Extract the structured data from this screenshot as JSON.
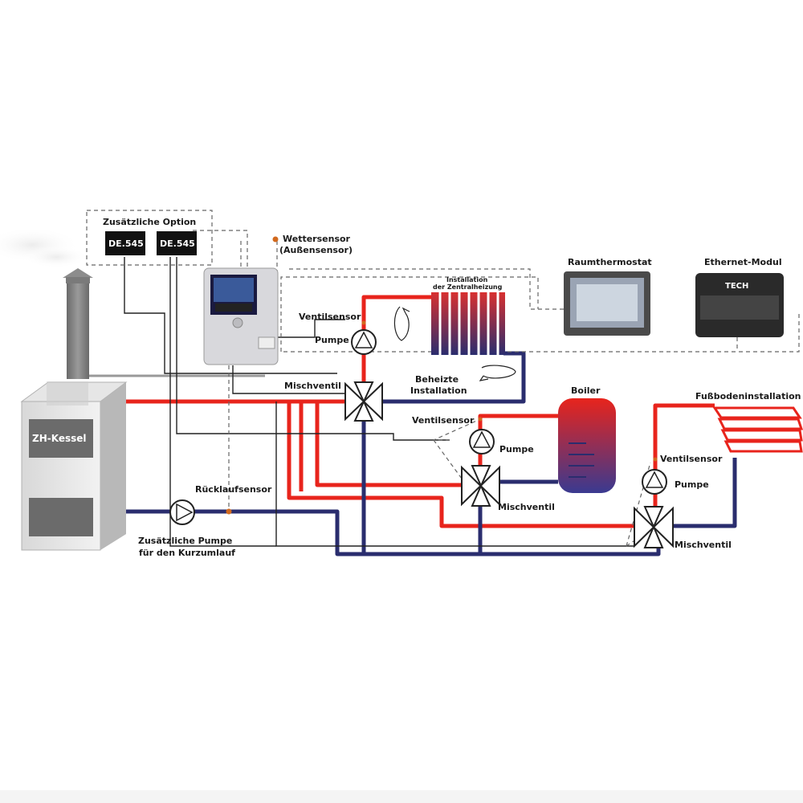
{
  "diagram": {
    "option_box_title": "Zusätzliche Option",
    "module_1": "DE.545",
    "module_2": "DE.545",
    "weather_sensor_line1": "Wettersensor",
    "weather_sensor_line2": "(Außensensor)",
    "room_thermostat": "Raumthermostat",
    "ethernet_module": "Ethernet-Modul",
    "tech_logo": "TECH",
    "central_heating_line1": "Installation",
    "central_heating_line2": "der Zentralheizung",
    "heated_installation_line1": "Beheizte",
    "heated_installation_line2": "Installation",
    "boiler_label": "ZH-Kessel",
    "water_tank": "Boiler",
    "floor_heating": "Fußbodeninstallation",
    "return_sensor": "Rücklaufsensor",
    "extra_pump_line1": "Zusätzliche Pumpe",
    "extra_pump_line2": "für den Kurzumlauf",
    "circuit_1": {
      "valve_sensor": "Ventilsensor",
      "pump": "Pumpe",
      "mixing_valve": "Mischventil"
    },
    "circuit_2": {
      "valve_sensor": "Ventilsensor",
      "pump": "Pumpe",
      "mixing_valve": "Mischventil"
    },
    "circuit_3": {
      "valve_sensor": "Ventilsensor",
      "pump": "Pumpe",
      "mixing_valve": "Mischventil"
    }
  },
  "colors": {
    "supply_pipe": "#e8241c",
    "return_pipe": "#2a2d6e",
    "signal_wire": "#222222",
    "dashed_wire": "#666666",
    "sensor_dot": "#d2691e"
  }
}
